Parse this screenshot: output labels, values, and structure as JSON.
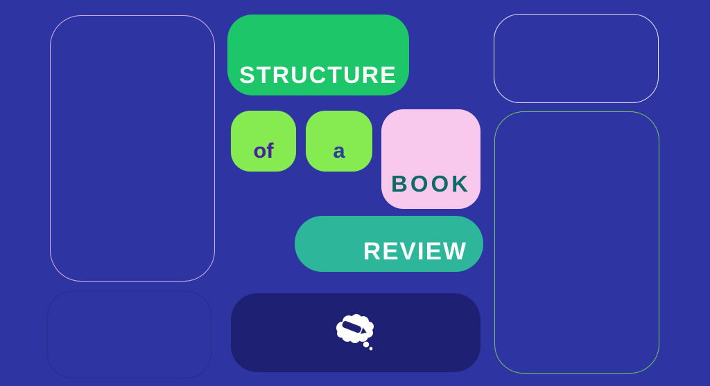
{
  "page": {
    "background_color": "#2e34a1"
  },
  "headline": {
    "structure": "STRUCTURE",
    "of": "of",
    "a": "a",
    "book": "BOOK",
    "review": "REVIEW"
  },
  "palette": {
    "background": "#2e34a1",
    "structure_block_green": "#1ec66a",
    "small_block_light_green": "#85eb51",
    "book_block_pink": "#f8c9ed",
    "review_block_teal": "#2db69a",
    "bottom_block_navy": "#1e2173",
    "structure_text": "#ffffff",
    "of_text": "#45249a",
    "a_text": "#2c3e9c",
    "book_text": "#0e6a67",
    "review_text": "#ffffff",
    "outline_top_left": "#d2b1e2",
    "outline_bottom_left": "#272e8d",
    "outline_top_right": "#e6e3f3",
    "outline_right_green": "#6fc666"
  },
  "icon": {
    "name": "thought-bubble-pencil",
    "color": "#ffffff"
  }
}
